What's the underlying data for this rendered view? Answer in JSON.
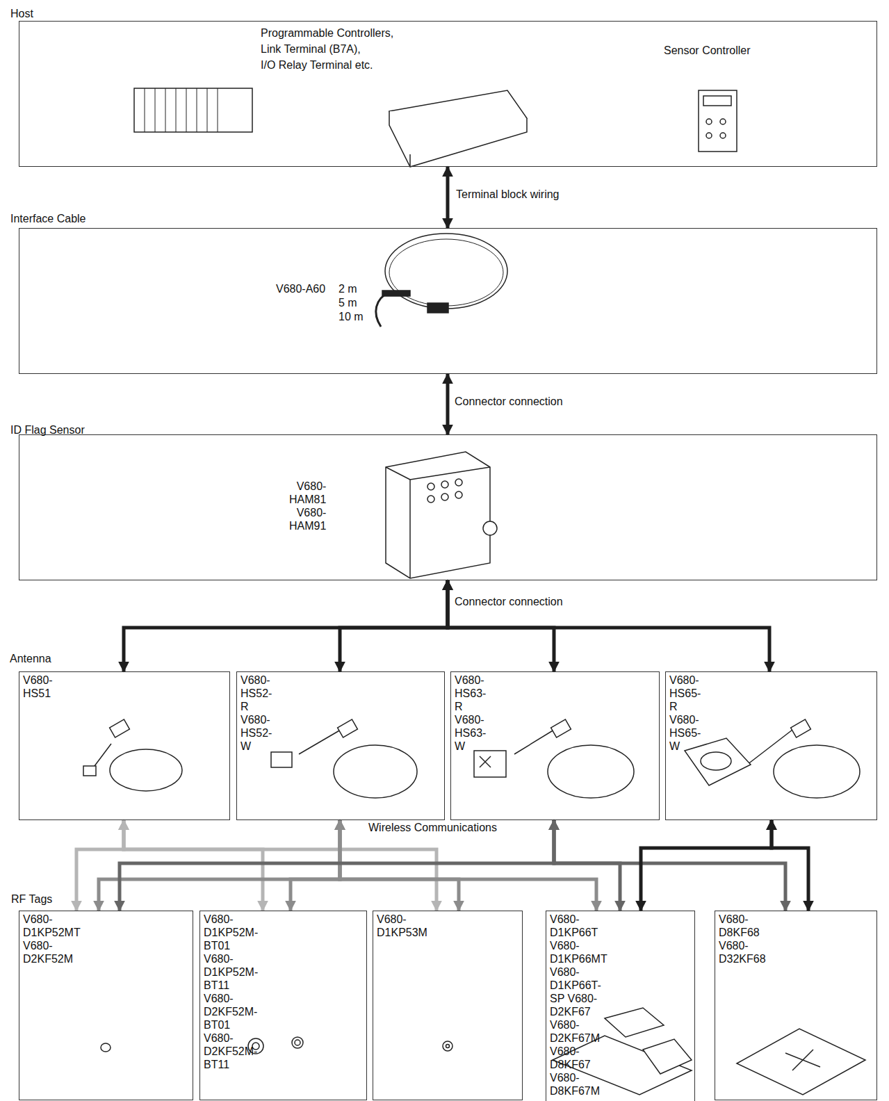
{
  "diagram": {
    "nodes": [
      {
        "text": [
          "Host",
          "Programmable Controllers,",
          "Link Terminal (B7A),",
          "I/O Relay Terminal etc.",
          "Sensor Controller"
        ]
      },
      {
        "text": [
          "Interface Cable",
          "V680-A60"
        ]
      },
      {
        "text": [
          "ID Flag Sensor",
          "V680-HAM81 V680-HAM91"
        ]
      },
      {
        "text": [
          "V680-HS51"
        ]
      },
      {
        "text": [
          "V680-HS52-R V680-HS52-W"
        ]
      },
      {
        "text": [
          "V680-HS63-R V680-HS63-W"
        ]
      },
      {
        "text": [
          "V680-HS65-R V680-HS65-W"
        ]
      },
      {
        "text": [
          "V680-D1KP52MT V680-D2KF52M"
        ]
      },
      {
        "text": [
          "V680-D1KP52M-BT01 V680-D1KP52M-BT11 V680-D2KF52M-BT01 V680-D2KF52M-BT11"
        ]
      },
      {
        "text": [
          "V680-D1KP53M"
        ]
      },
      {
        "text": [
          "V680-D1KP66T V680-D1KP66MT V680-D1KP66T-SP V680-D2KF67 V680-D2KF67M V680-D8KF67 V680-D8KF67M"
        ]
      },
      {
        "text": [
          "V680-D8KF68 V680-D32KF68"
        ]
      }
    ],
    "edges": [
      {
        "from": 0,
        "to": 1,
        "arrow": "both",
        "label": "Terminal block wiring"
      },
      {
        "from": 1,
        "to": 2,
        "arrow": "both",
        "label": "Connector connection"
      },
      {
        "from": 2,
        "to": 3,
        "arrow": "both",
        "label": "Connector connection"
      },
      {
        "from": 2,
        "to": 4,
        "arrow": "both"
      },
      {
        "from": 2,
        "to": 5,
        "arrow": "both"
      },
      {
        "from": 2,
        "to": 6,
        "arrow": "both"
      },
      {
        "from": 3,
        "to": 7,
        "arrow": "both"
      },
      {
        "from": 3,
        "to": 8,
        "arrow": "both"
      },
      {
        "from": 3,
        "to": 9,
        "arrow": "both"
      },
      {
        "from": 4,
        "to": 7,
        "arrow": "both"
      },
      {
        "from": 4,
        "to": 8,
        "arrow": "both"
      },
      {
        "from": 4,
        "to": 9,
        "arrow": "both"
      },
      {
        "from": 4,
        "to": 10,
        "arrow": "both"
      },
      {
        "from": 5,
        "to": 7,
        "arrow": "both"
      },
      {
        "from": 5,
        "to": 10,
        "arrow": "both"
      },
      {
        "from": 5,
        "to": 11,
        "arrow": "both"
      },
      {
        "from": 6,
        "to": 10,
        "arrow": "both"
      },
      {
        "from": 6,
        "to": 11,
        "arrow": "both"
      }
    ],
    "labels": [
      "Antenna",
      "Wireless Communications",
      "RF Tags",
      "2 m",
      "5 m",
      "10 m"
    ]
  }
}
